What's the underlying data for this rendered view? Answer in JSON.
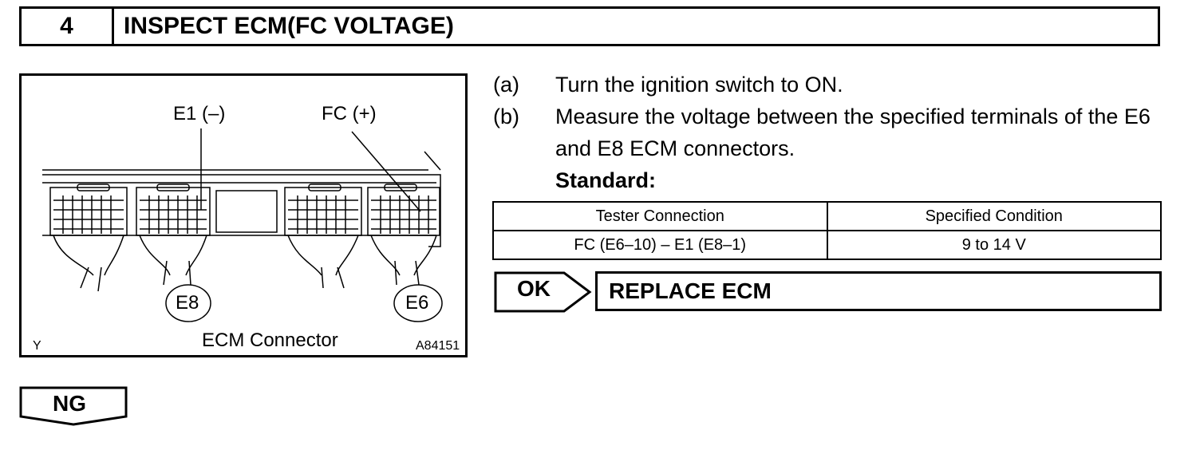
{
  "header": {
    "step_number": "4",
    "title": "INSPECT ECM(FC VOLTAGE)"
  },
  "figure": {
    "label_e1": "E1 (–)",
    "label_fc": "FC (+)",
    "connector_e8": "E8",
    "connector_e6": "E6",
    "caption": "ECM Connector",
    "corner_code": "Y",
    "figure_id": "A84151"
  },
  "steps": [
    {
      "label": "(a)",
      "text": "Turn the ignition switch to ON."
    },
    {
      "label": "(b)",
      "text": "Measure the voltage between the specified terminals of the E6 and E8 ECM connectors."
    }
  ],
  "standard_label": "Standard:",
  "spec_table": {
    "headers": [
      "Tester Connection",
      "Specified Condition"
    ],
    "rows": [
      [
        "FC (E6–10) – E1 (E8–1)",
        "9 to 14 V"
      ]
    ]
  },
  "result": {
    "ok_label": "OK",
    "action": "REPLACE ECM",
    "ng_label": "NG"
  }
}
